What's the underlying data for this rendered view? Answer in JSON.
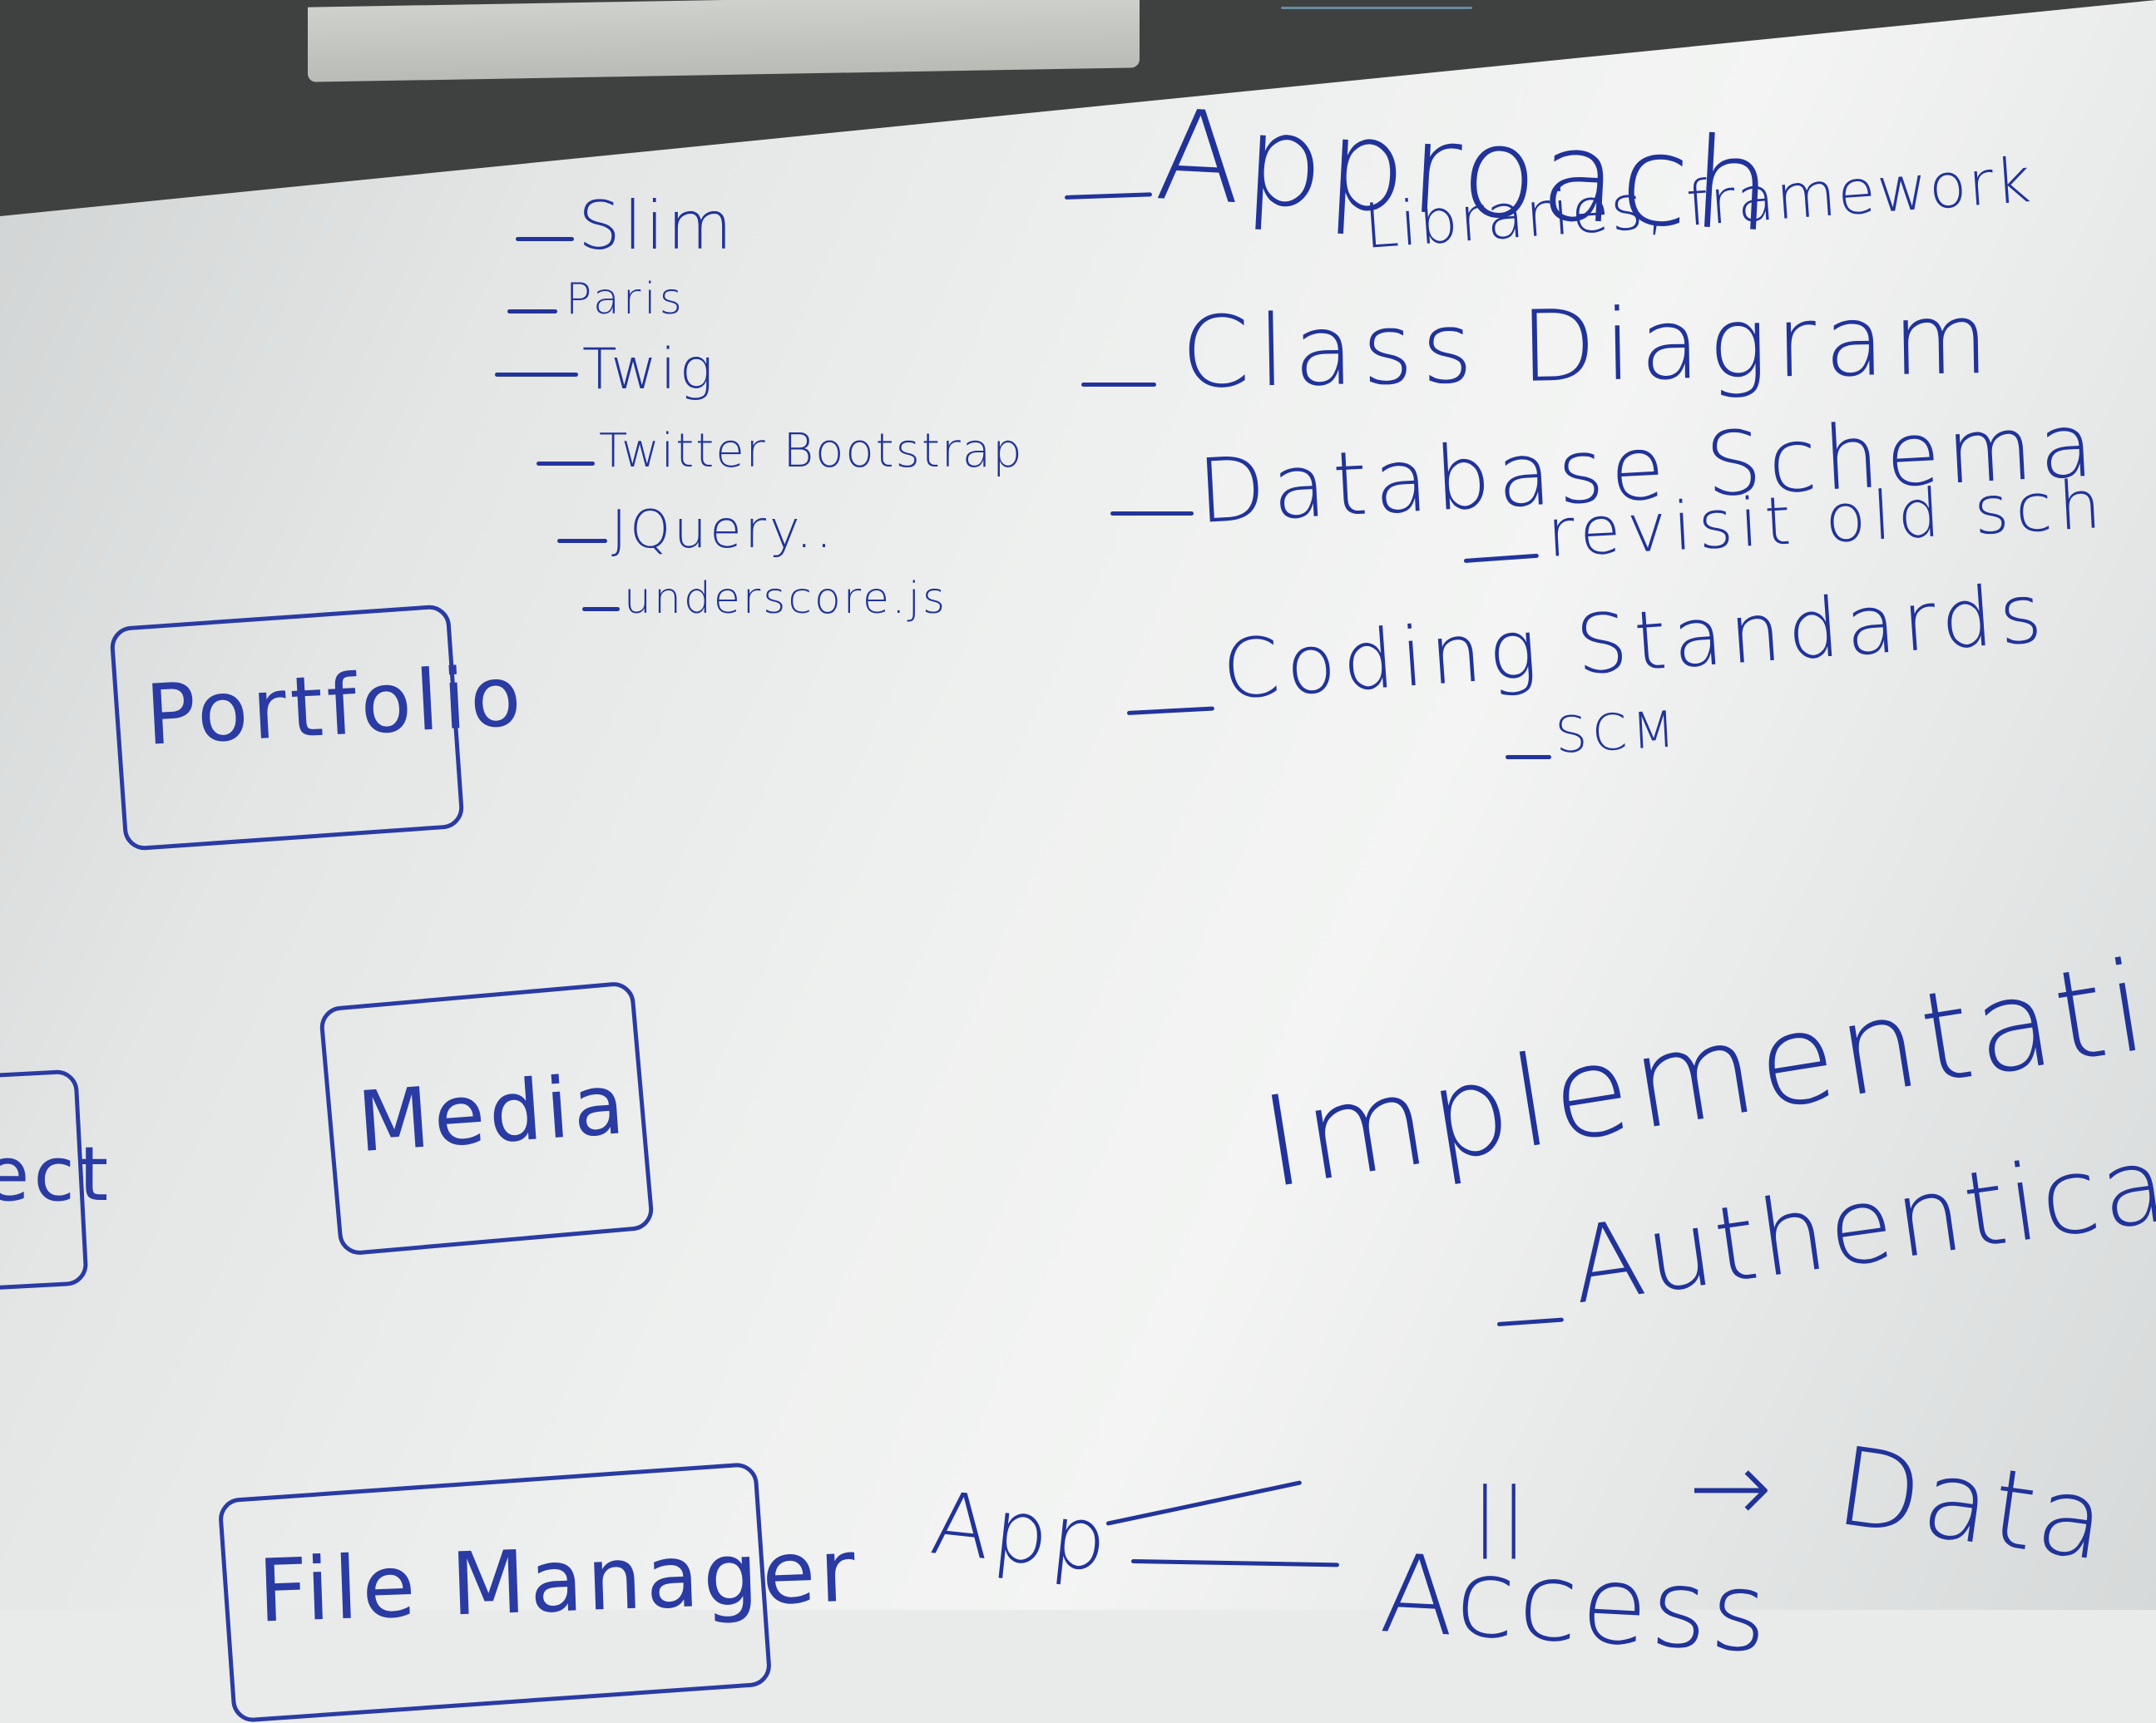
{
  "photo": {
    "subject": "whiteboard",
    "ink_color": "#22349b",
    "board_color": "#eef0ef",
    "wall_color": "#3f4141"
  },
  "left_list": [
    "Slim",
    "Paris",
    "Twig",
    "Twitter Bootstrap",
    "JQuery..",
    "underscore.js"
  ],
  "outline": {
    "approach": "Approach",
    "libraries": "Libraries, framework",
    "class_diagram": "Class Diagram",
    "database_schema": "Database Schema",
    "revisit": "revisit old sch",
    "coding_standards": "Coding Standards",
    "scm": "SCM"
  },
  "implementation": {
    "heading": "Implementation",
    "authentication": "Authenticati"
  },
  "boxes": {
    "portfolio": "Portfolio",
    "media": "Media",
    "project_fragment": "ect",
    "file_manager": "File Manager"
  },
  "bottom": {
    "app": "App",
    "access": "Access",
    "arrow": "→",
    "data": "Data",
    "mark": "||"
  }
}
